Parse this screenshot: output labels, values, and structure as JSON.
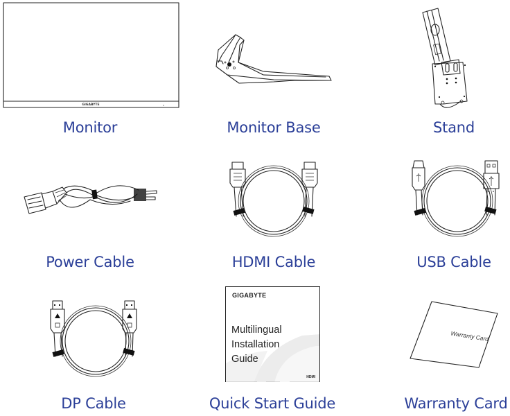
{
  "title": "Package Contents",
  "colors": {
    "label": "#2b3f98",
    "line": "#222222"
  },
  "items": [
    {
      "id": "monitor",
      "label": "Monitor",
      "icon": "monitor-icon",
      "brand_text": "GIGABYTE"
    },
    {
      "id": "monitor-base",
      "label": "Monitor Base",
      "icon": "monitor-base-icon"
    },
    {
      "id": "stand",
      "label": "Stand",
      "icon": "stand-icon"
    },
    {
      "id": "power-cable",
      "label": "Power Cable",
      "icon": "power-cable-icon"
    },
    {
      "id": "hdmi-cable",
      "label": "HDMI Cable",
      "icon": "hdmi-cable-icon"
    },
    {
      "id": "usb-cable",
      "label": "USB Cable",
      "icon": "usb-cable-icon"
    },
    {
      "id": "dp-cable",
      "label": "DP Cable",
      "icon": "dp-cable-icon"
    },
    {
      "id": "quick-start-guide",
      "label": "Quick Start Guide",
      "icon": "guide-booklet-icon",
      "booklet": {
        "brand": "GIGABYTE",
        "lines": [
          "Multilingual",
          "Installation",
          "Guide"
        ],
        "footer_logo": "HDMI"
      }
    },
    {
      "id": "warranty-card",
      "label": "Warranty Card",
      "icon": "warranty-card-icon",
      "card_text": "Warranty Card"
    }
  ]
}
